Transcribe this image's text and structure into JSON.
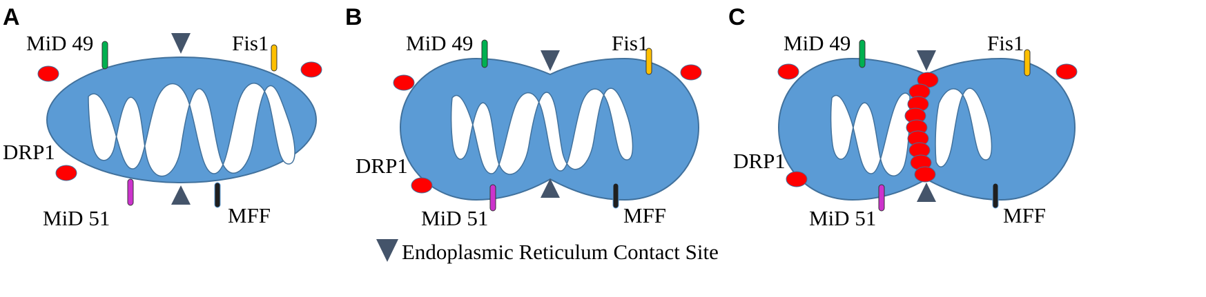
{
  "panels": [
    {
      "letter": "A",
      "mid49": "MiD 49",
      "fis1": "Fis1",
      "drp1": "DRP1",
      "mid51": "MiD 51",
      "mff": "MFF"
    },
    {
      "letter": "B",
      "mid49": "MiD 49",
      "fis1": "Fis1",
      "drp1": "DRP1",
      "mid51": "MiD 51",
      "mff": "MFF"
    },
    {
      "letter": "C",
      "mid49": "MiD 49",
      "fis1": "Fis1",
      "drp1": "DRP1",
      "mid51": "MiD 51",
      "mff": "MFF"
    }
  ],
  "legend": {
    "text": "Endoplasmic Reticulum Contact Site"
  },
  "colors": {
    "membrane": "#5b9bd5",
    "membrane_stroke": "#41719c",
    "drp1": "#ff0000",
    "mid49": "#00b050",
    "fis1": "#ffc000",
    "mid51": "#cc33cc",
    "mff": "#1f1f1f",
    "er_triangle": "#44546a"
  }
}
